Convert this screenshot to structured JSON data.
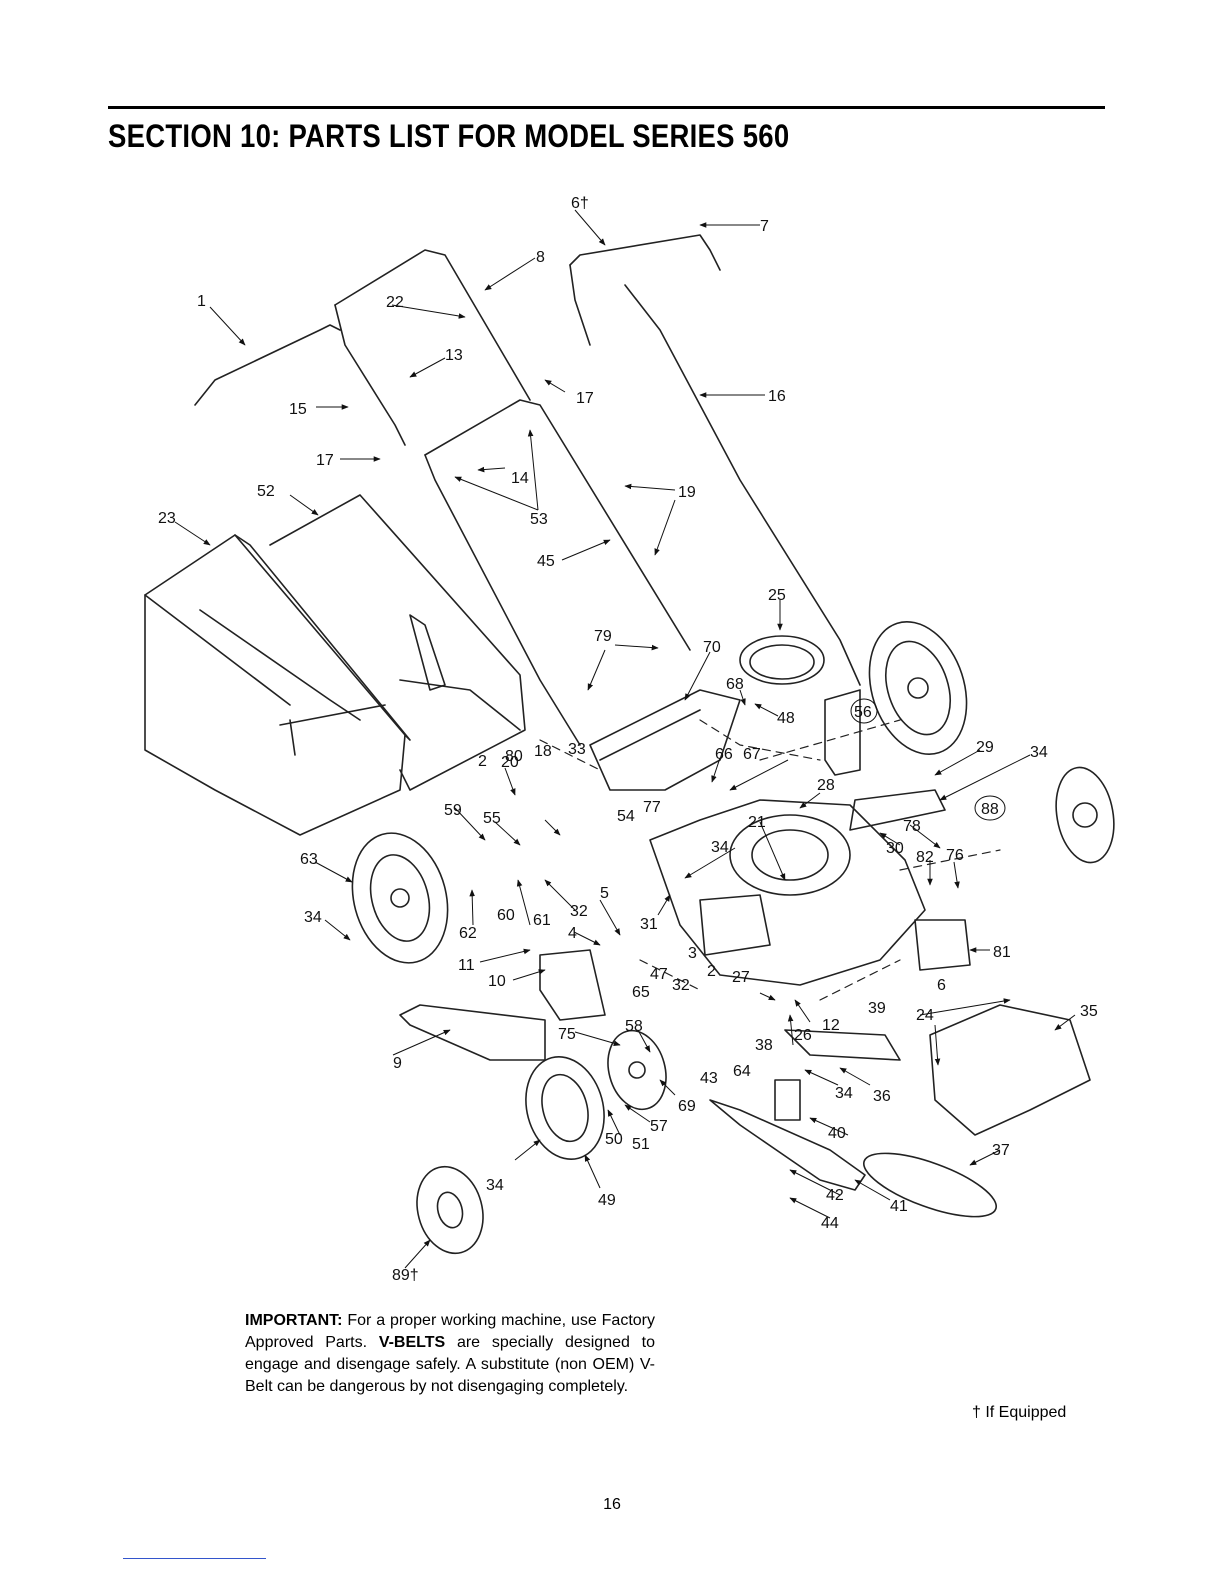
{
  "header": {
    "title": "SECTION 10:  PARTS LIST FOR MODEL SERIES 560"
  },
  "diagram": {
    "labels": {
      "p1": "1",
      "p2a": "2",
      "p2b": "2",
      "p3": "3",
      "p4": "4",
      "p5": "5",
      "p6t": "6†",
      "p6": "6",
      "p7": "7",
      "p8": "8",
      "p9": "9",
      "p10": "10",
      "p11": "11",
      "p12": "12",
      "p13": "13",
      "p14": "14",
      "p15": "15",
      "p16": "16",
      "p17a": "17",
      "p17b": "17",
      "p18": "18",
      "p19": "19",
      "p20": "20",
      "p21": "21",
      "p22": "22",
      "p23": "23",
      "p24": "24",
      "p25": "25",
      "p26": "26",
      "p27": "27",
      "p28": "28",
      "p29": "29",
      "p30": "30",
      "p31": "31",
      "p32a": "32",
      "p32b": "32",
      "p33": "33",
      "p34a": "34",
      "p34b": "34",
      "p34c": "34",
      "p34d": "34",
      "p34e": "34",
      "p35": "35",
      "p36": "36",
      "p37": "37",
      "p38": "38",
      "p39": "39",
      "p40": "40",
      "p41": "41",
      "p42": "42",
      "p43": "43",
      "p44": "44",
      "p45": "45",
      "p47": "47",
      "p48": "48",
      "p49": "49",
      "p50": "50",
      "p51": "51",
      "p52": "52",
      "p53": "53",
      "p54": "54",
      "p55": "55",
      "p56": "56",
      "p57": "57",
      "p58": "58",
      "p59": "59",
      "p60": "60",
      "p61": "61",
      "p62": "62",
      "p63": "63",
      "p64": "64",
      "p65": "65",
      "p66": "66",
      "p67": "67",
      "p68": "68",
      "p69": "69",
      "p70": "70",
      "p75": "75",
      "p76": "76",
      "p77": "77",
      "p78": "78",
      "p79": "79",
      "p80": "80",
      "p81": "81",
      "p82": "82",
      "p88": "88",
      "p89t": "89†"
    }
  },
  "important": {
    "lead": "IMPORTANT:",
    "text1": " For a proper working machine, use Factory Approved Parts. ",
    "emphasis": "V-BELTS",
    "text2": " are specially designed to engage and disengage safely. A substitute (non OEM) V-Belt can be dangerous by not disengaging completely."
  },
  "footnote": "† If Equipped",
  "page_number": "16"
}
